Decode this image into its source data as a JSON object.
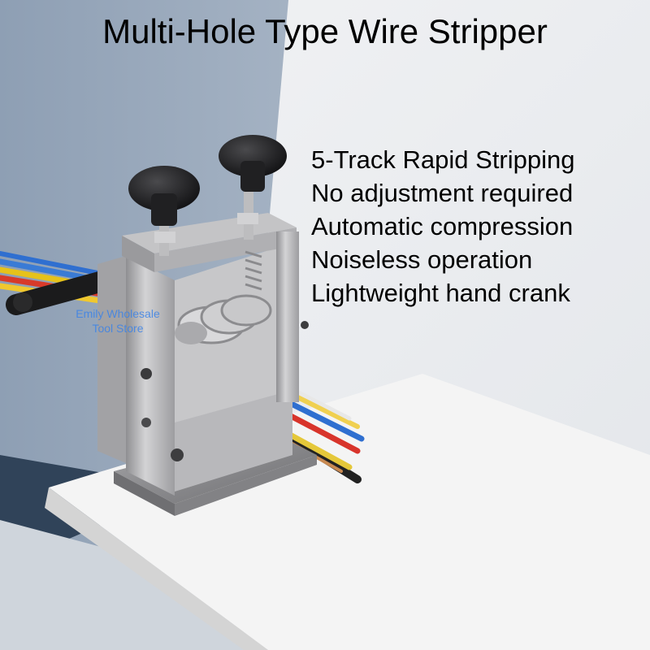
{
  "title": "Multi-Hole Type Wire Stripper",
  "features": [
    "5-Track Rapid Stripping",
    "No adjustment required",
    "Automatic compression",
    "Noiseless operation",
    "Lightweight hand crank"
  ],
  "watermark": {
    "line1": "Emily Wholesale",
    "line2": "Tool Store"
  },
  "colors": {
    "wall_blue": "#8a9db3",
    "wall_light": "#eef0f3",
    "table_top": "#f3f3f3",
    "steel": "#b9b9bb",
    "knob": "#1d1d1f"
  }
}
